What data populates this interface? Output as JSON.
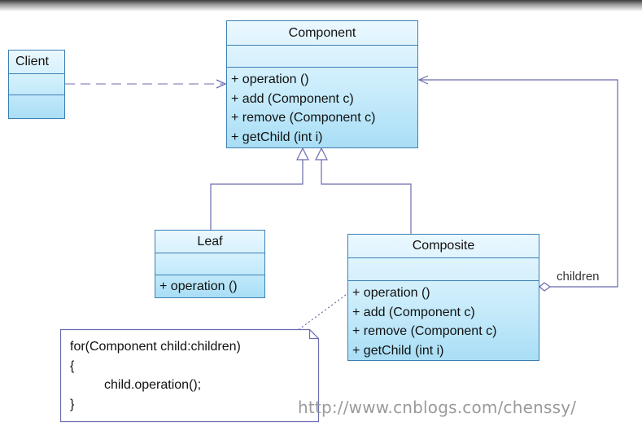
{
  "component": {
    "name": "Component",
    "operations": [
      "+ operation ()",
      "+ add (Component c)",
      "+ remove (Component c)",
      "+ getChild (int i)"
    ]
  },
  "client": {
    "name": "Client"
  },
  "leaf": {
    "name": "Leaf",
    "operations": [
      "+ operation ()"
    ]
  },
  "composite": {
    "name": "Composite",
    "operations": [
      "+ operation ()",
      "+ add (Component c)",
      "+ remove (Component c)",
      "+ getChild (int i)"
    ]
  },
  "association": {
    "label": "children"
  },
  "note": {
    "lines": [
      "for(Component child:children)",
      "{",
      "child.operation();",
      "}"
    ]
  },
  "watermark": "http://www.cnblogs.com/chenssy/",
  "colors": {
    "class_border": "#3d7fb3",
    "class_fill": "#c9ecfb",
    "connector": "#6b6bb0",
    "note_border": "#6b6bb0"
  }
}
